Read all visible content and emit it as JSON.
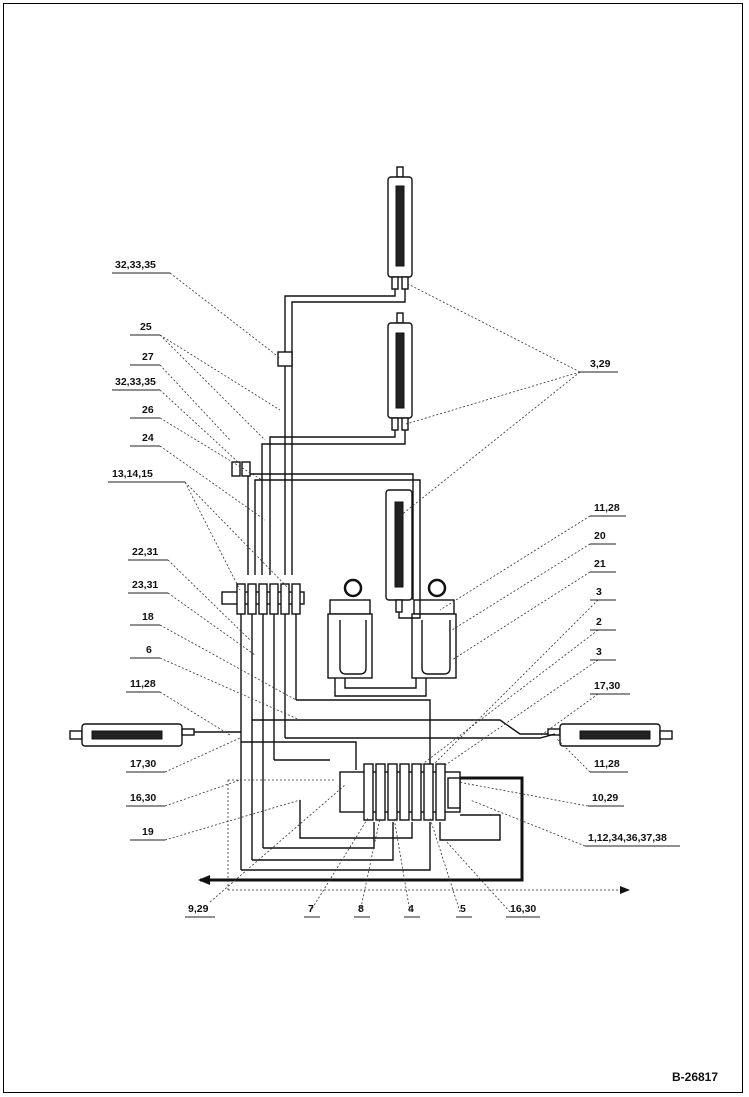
{
  "drawing_code": "B-26817",
  "callouts": {
    "c_32_33_35_top": "32,33,35",
    "c_25": "25",
    "c_27": "27",
    "c_32_33_35_mid": "32,33,35",
    "c_26": "26",
    "c_24": "24",
    "c_13_14_15": "13,14,15",
    "c_22_31": "22,31",
    "c_23_31": "23,31",
    "c_18": "18",
    "c_6": "6",
    "c_11_28_left": "11,28",
    "c_17_30_left": "17,30",
    "c_16_30_left": "16,30",
    "c_19": "19",
    "c_3_29": "3,29",
    "c_11_28_right_top": "11,28",
    "c_20": "20",
    "c_21": "21",
    "c_3_a": "3",
    "c_2": "2",
    "c_3_b": "3",
    "c_17_30_right": "17,30",
    "c_11_28_right_bottom": "11,28",
    "c_10_29": "10,29",
    "c_1_12_34": "1,12,34,36,37,38",
    "c_9_29": "9,29",
    "c_7": "7",
    "c_8": "8",
    "c_4": "4",
    "c_5": "5",
    "c_16_30_bottom": "16,30"
  }
}
